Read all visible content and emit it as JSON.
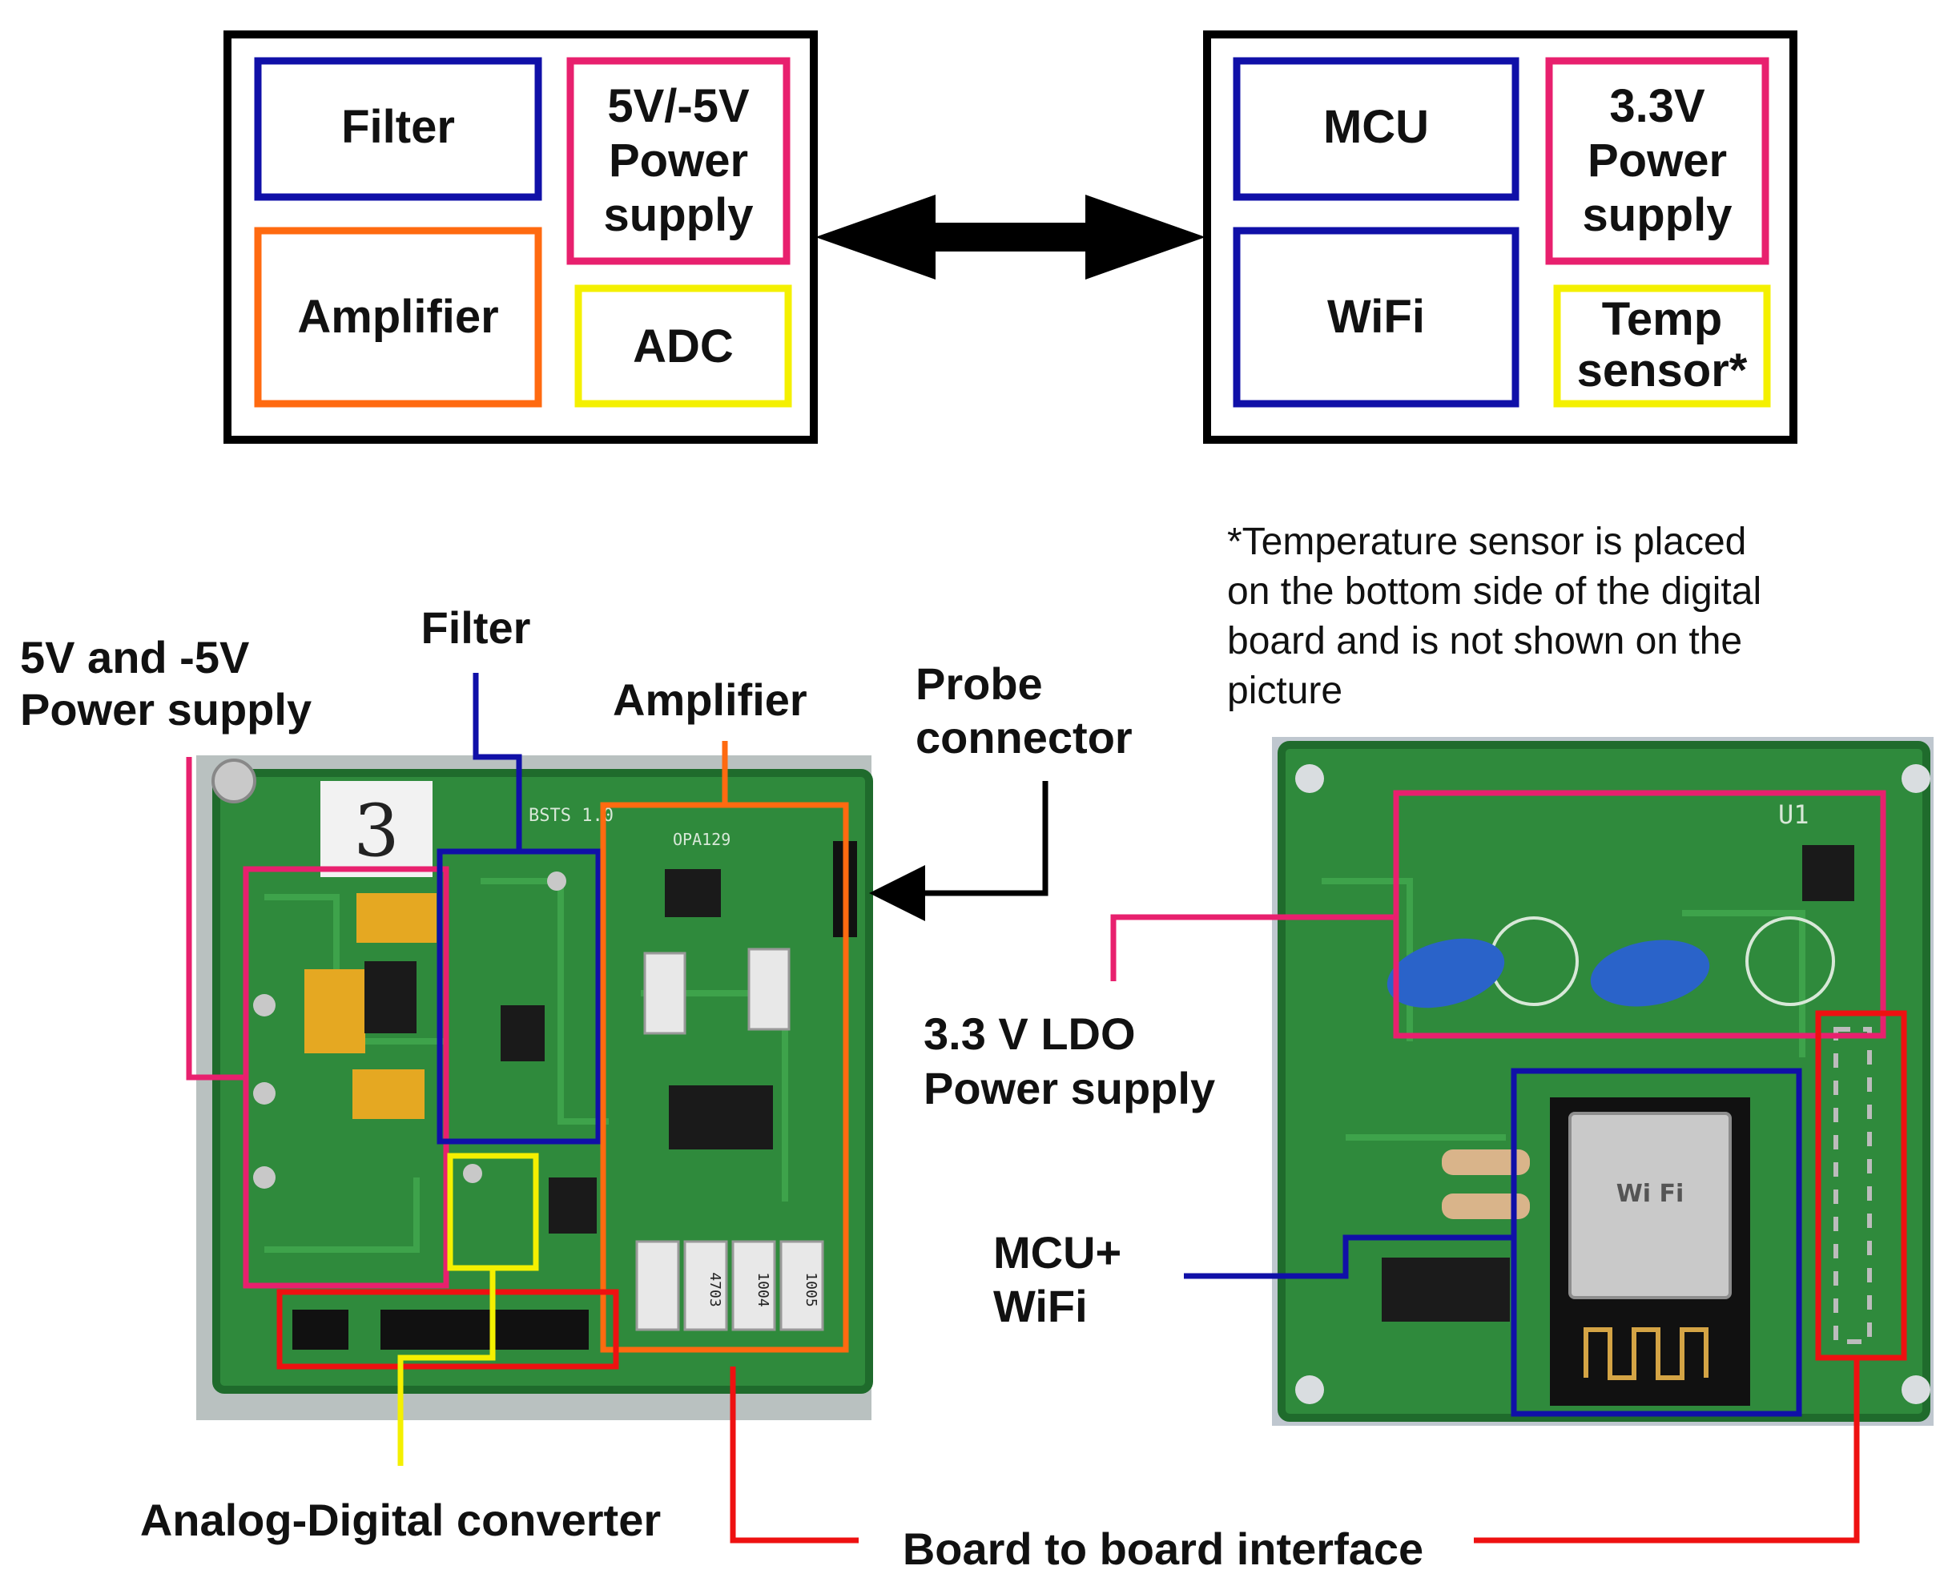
{
  "colors": {
    "blue": "#1010a8",
    "pink": "#e8206e",
    "orange": "#ff6a10",
    "yellow": "#f4f000",
    "red": "#ee1111",
    "black": "#000000",
    "pcb_green": "#2f8a3c",
    "pcb_dark": "#1f6b2c"
  },
  "block_diagram": {
    "analog_board": {
      "filter": "Filter",
      "power_supply": [
        "5V/-5V",
        "Power",
        "supply"
      ],
      "amplifier": "Amplifier",
      "adc": "ADC"
    },
    "digital_board": {
      "mcu": "MCU",
      "power_supply": [
        "3.3V",
        "Power",
        "supply"
      ],
      "wifi": "WiFi",
      "temp_sensor": [
        "Temp",
        "sensor*"
      ]
    }
  },
  "footnote": [
    "*Temperature sensor is placed",
    "on the bottom side of the digital",
    "board and is not shown on the",
    "picture"
  ],
  "photo_labels": {
    "power_supply": [
      "5V and -5V",
      "Power supply"
    ],
    "filter": "Filter",
    "amplifier": "Amplifier",
    "probe_connector": [
      "Probe",
      "connector"
    ],
    "adc": "Analog-Digital converter",
    "board_interface": "Board to board interface",
    "ldo": [
      "3.3 V LDO",
      "Power supply"
    ],
    "mcu_wifi": [
      "MCU+",
      "WiFi"
    ]
  },
  "pcb_silkscreen": {
    "analog_board_name": "BSTS 1.0",
    "opamp_part": "OPA129",
    "digital_ref": "U1",
    "handwritten_mark": "3",
    "resistor_codes": [
      "4703",
      "1004",
      "1005"
    ],
    "wifi_marking": "Wi Fi"
  }
}
